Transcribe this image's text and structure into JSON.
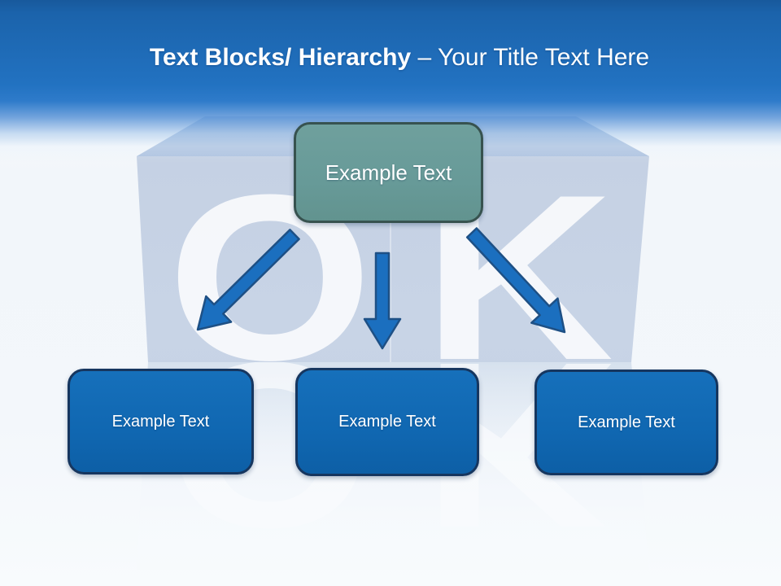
{
  "slide": {
    "title": {
      "bold": "Text Blocks/ Hierarchy",
      "regular": " – Your Title Text Here"
    },
    "watermark": "OK",
    "diagram": {
      "root": {
        "label": "Example Text"
      },
      "children": [
        {
          "label": "Example Text"
        },
        {
          "label": "Example Text"
        },
        {
          "label": "Example Text"
        }
      ]
    },
    "palette": {
      "header_blue_top": "#18599c",
      "header_blue": "#2272c1",
      "root_fill": "#679a98",
      "root_border": "#37524f",
      "child_fill": "#1067b1",
      "child_border": "#16365f",
      "arrow_fill": "#1b6fbf",
      "arrow_outline": "#1e5085",
      "cube_face": "#c6d2e4",
      "cube_top_face": "#a9c1e2",
      "text": "#ffffff"
    }
  }
}
